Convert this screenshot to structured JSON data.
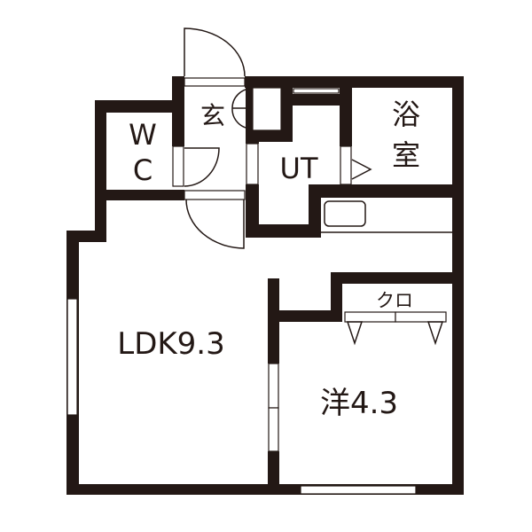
{
  "floorplan": {
    "rooms": {
      "entrance": "玄",
      "wc_top": "W",
      "wc_bottom": "C",
      "utility": "UT",
      "bath_top": "浴",
      "bath_bottom": "室",
      "ldk": "LDK9.3",
      "western_room": "洋4.3",
      "closet": "クロ"
    },
    "wall_color": "#231815"
  }
}
